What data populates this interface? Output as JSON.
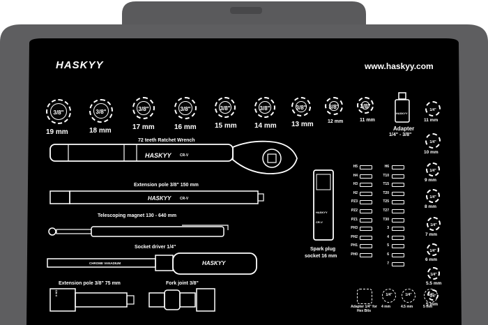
{
  "brand": "HASKYY",
  "website": "www.haskyy.com",
  "sockets": [
    {
      "label": "3/8\"",
      "size": "19 mm"
    },
    {
      "label": "3/8\"",
      "size": "18 mm"
    },
    {
      "label": "3/8\"",
      "size": "17 mm"
    },
    {
      "label": "3/8\"",
      "size": "16 mm"
    },
    {
      "label": "3/8\"",
      "size": "15 mm"
    },
    {
      "label": "3/8\"",
      "size": "14 mm"
    },
    {
      "label": "3/8\"",
      "size": "13 mm"
    },
    {
      "label": "3/8\"",
      "size": "12 mm"
    },
    {
      "label": "3/8\"",
      "size": "11 mm"
    }
  ],
  "adapter": {
    "title": "Adapter",
    "sub": "1/4\" - 3/8\""
  },
  "right_sockets": [
    {
      "label": "1/4\"",
      "size": "11 mm"
    },
    {
      "label": "1/4\"",
      "size": "10 mm"
    },
    {
      "label": "1/4\"",
      "size": "9 mm"
    },
    {
      "label": "1/4\"",
      "size": "8 mm"
    },
    {
      "label": "1/4\"",
      "size": "7 mm"
    },
    {
      "label": "1/4\"",
      "size": "6 mm"
    },
    {
      "label": "1/4\"",
      "size": "5.5 mm"
    },
    {
      "label": "1/4\"",
      "size": "5 mm"
    }
  ],
  "tools": {
    "ratchet": "72 teeth Ratchet Wrench",
    "extension150": "Extension pole 3/8\" 150 mm",
    "magnet": "Telescoping magnet 130 - 640 mm",
    "driver": "Socket driver 1/4\"",
    "driver_text": "CHROME VANADIUM",
    "extension75": "Extension pole 3/8\" 75 mm",
    "fork": "Fork joint 3/8\"",
    "spark_title": "Spark plug",
    "spark_sub": "socket 16 mm",
    "crv": "CR-V"
  },
  "bits_left": [
    "H5",
    "H4",
    "H3",
    "H2",
    "PZ3",
    "PZ2",
    "PZ1",
    "PH3",
    "PH2",
    "PH1",
    "PH0"
  ],
  "bits_right": [
    "H6",
    "T10",
    "T15",
    "T20",
    "T25",
    "T27",
    "T30",
    "3",
    "4",
    "5",
    "6",
    "7"
  ],
  "bottom": [
    {
      "label": "Adapter 1/4\" for Hex Bits"
    },
    {
      "label": "4 mm",
      "inner": "1/4\""
    },
    {
      "label": "4.5 mm",
      "inner": "1/4\""
    },
    {
      "label": "5 mm",
      "inner": "1/4\""
    }
  ]
}
